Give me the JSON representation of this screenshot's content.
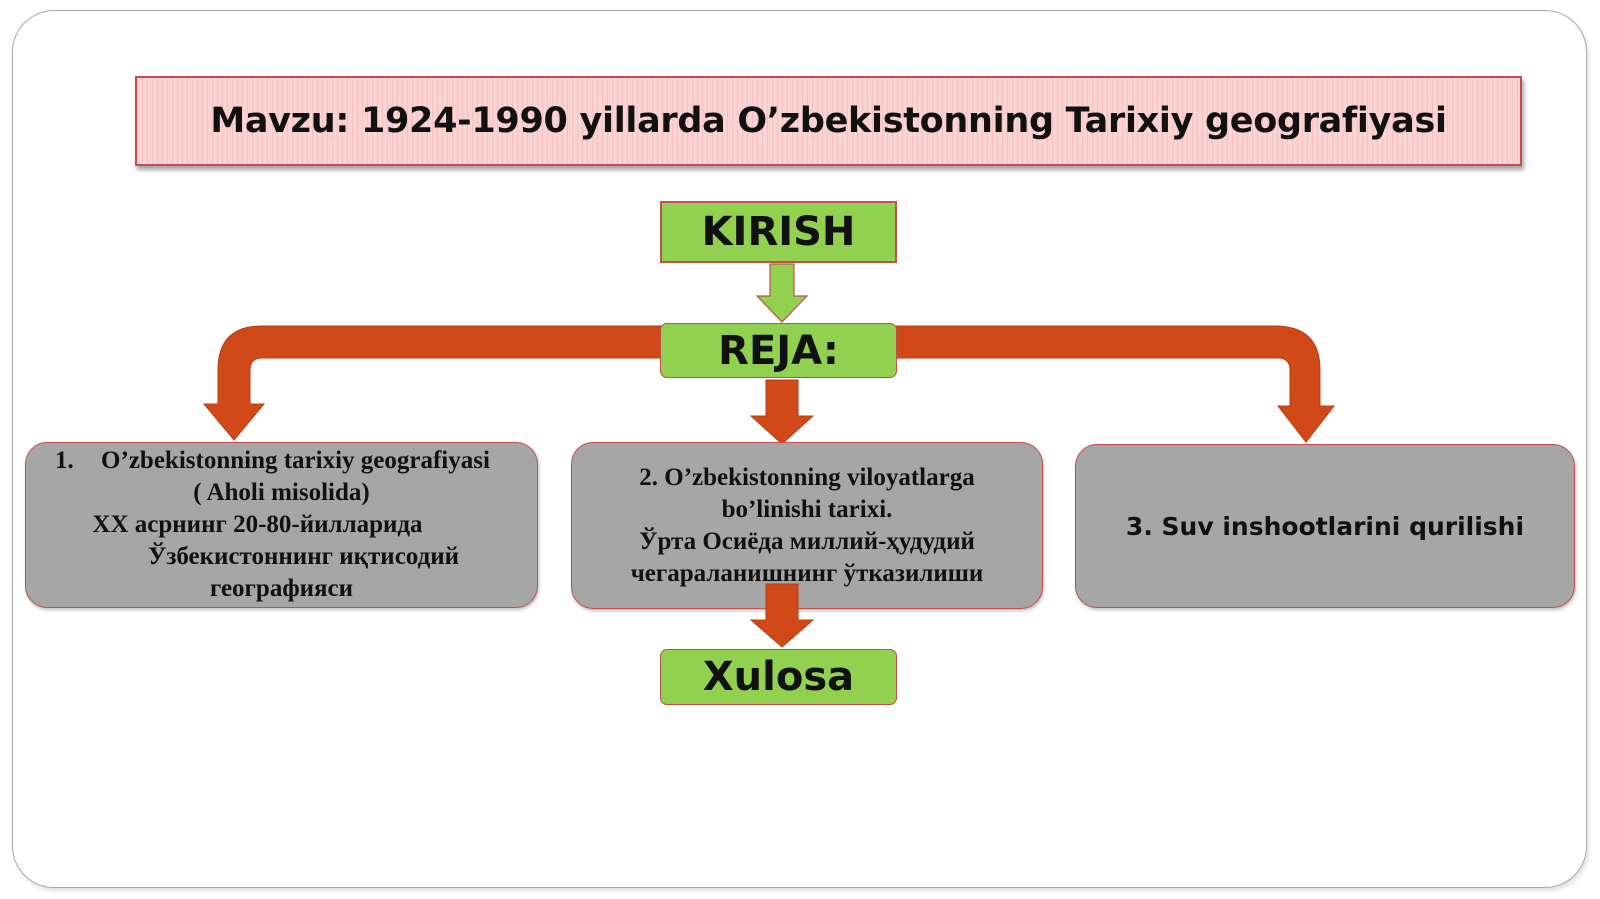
{
  "title": "Mavzu: 1924-1990 yillarda O’zbekistonning Tarixiy geografiyasi",
  "kirish": "KIRISH",
  "reja": "REJA:",
  "xulosa": "Xulosa",
  "items": [
    {
      "number": "1.",
      "lines": [
        "O’zbekistonning tarixiy geografiyasi",
        "( Aholi misolida)",
        "XX асрнинг 20-80-йилларида",
        "Ўзбекистоннинг иқтисодий",
        "географияси"
      ]
    },
    {
      "lines": [
        "2. O’zbekistonning viloyatlarga",
        "bo’linishi tarixi.",
        "Ўрта Осиёда миллий-ҳудудий",
        "чегараланишнинг ўтказилиши"
      ]
    },
    {
      "lines": [
        "3. Suv inshootlarini qurilishi"
      ]
    }
  ],
  "colors": {
    "title_fill": "#fcd3d3",
    "outline": "#c0504d",
    "green": "#92d050",
    "orange_arrow": "#d24919",
    "gray_box": "#a6a6a6"
  }
}
